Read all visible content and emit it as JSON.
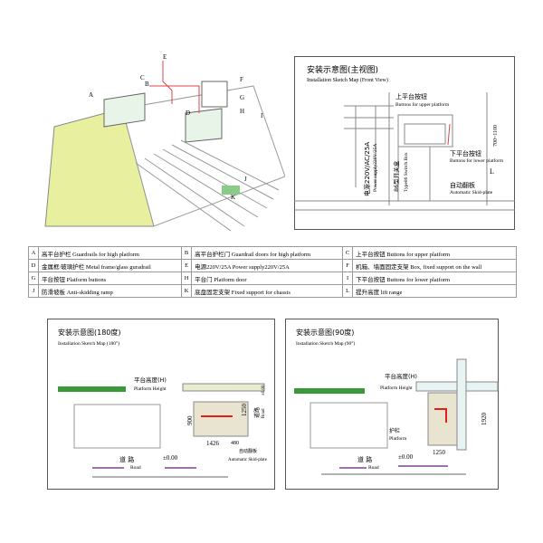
{
  "iso": {
    "labels": [
      "A",
      "B",
      "C",
      "D",
      "E",
      "F",
      "G",
      "H",
      "I",
      "J",
      "K"
    ]
  },
  "front": {
    "title_cn": "安装示意图(主视图)",
    "title_en": "Installation Sketch Map (Front View)",
    "upper_cn": "上平台按钮",
    "upper_en": "Buttons for upper platform",
    "lower_cn": "下平台按钮",
    "lower_en": "Buttons for lower platform",
    "skid_cn": "自动翻板",
    "skid_en": "Automatic Skid-plate",
    "power_cn": "电源220V/AC/25A",
    "power_en": "Power supply220V/25A",
    "switch_cn": "86型开关盒",
    "switch_en": "Type86 Switch Box",
    "dim": "700~1100",
    "L": "L"
  },
  "legend": [
    [
      {
        "k": "A",
        "t": "高平台护栏 Guardrails for high platform"
      },
      {
        "k": "B",
        "t": "高平台护栏门 Guardrail doors for high platform"
      },
      {
        "k": "C",
        "t": "上平台按钮 Buttons for upper platform"
      }
    ],
    [
      {
        "k": "D",
        "t": "金属框/玻璃护栏 Metal frame/glass guradrail"
      },
      {
        "k": "E",
        "t": "电源220V/25A Power supply220V/25A"
      },
      {
        "k": "F",
        "t": "机箱、墙面固定支架 Box, fixed support on the wall"
      }
    ],
    [
      {
        "k": "G",
        "t": "平台按钮 Platform buttons"
      },
      {
        "k": "H",
        "t": "平台门 Platform door"
      },
      {
        "k": "I",
        "t": "下平台按钮 Buttons for lower platform"
      }
    ],
    [
      {
        "k": "J",
        "t": "防滑坡板 Anti-skidding ramp"
      },
      {
        "k": "K",
        "t": "底盘固定支架 Fixed support for chassis"
      },
      {
        "k": "L",
        "t": "提升高度 lift range"
      }
    ]
  ],
  "m180": {
    "title_cn": "安装示意图(180度)",
    "title_en": "Installation Sketch Map (180°)",
    "ph_cn": "平台高度(H)",
    "ph_en": "Platform Height",
    "d900": "900",
    "d1250": "1250",
    "d1426": "1426",
    "d480": "480",
    "skid_cn": "自动翻板",
    "skid_en": "Automatic Skid-plate",
    "road_cn": "道  路",
    "road_en": "Road",
    "zero": "±0.00",
    "road2_cn": "道路",
    "road2_en": "Road",
    "zero2": "±0.00"
  },
  "m90": {
    "title_cn": "安装示意图(90度)",
    "title_en": "Installation Sketch Map (90°)",
    "ph_cn": "平台高度(H)",
    "ph_en": "Platform Height",
    "guard_cn": "护栏",
    "guard_en": "Platform",
    "d1920": "1920",
    "d1250": "1250",
    "road_cn": "道  路",
    "road_en": "Road",
    "zero": "±0.00"
  },
  "colors": {
    "arrow": "#e0201a",
    "road": "#a070b0",
    "grass": "#3a9a3a",
    "ramp": "#d8e890"
  }
}
